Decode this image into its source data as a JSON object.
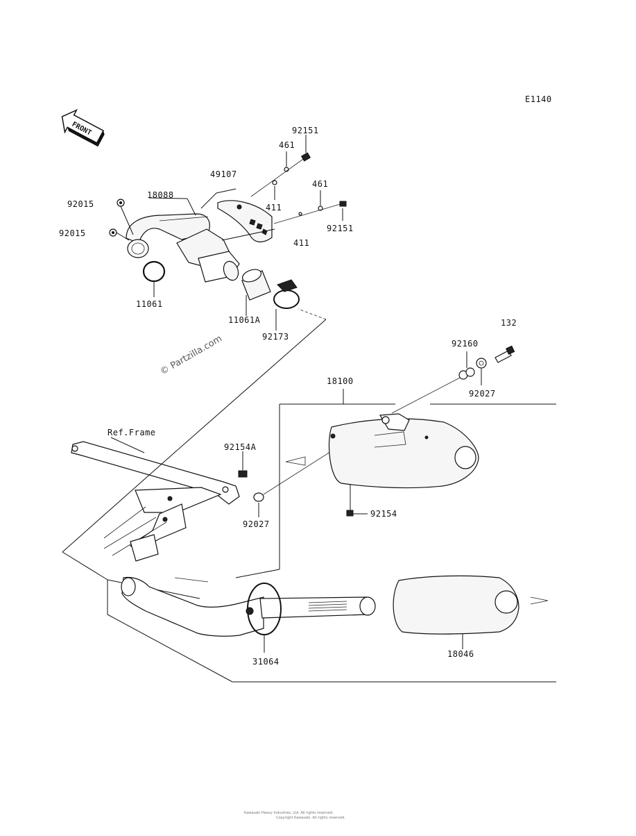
{
  "diagram_code": "E1140",
  "front_marker": "FRONT",
  "watermark": "© Partzilla.com",
  "ref_frame": "Ref.Frame",
  "labels": {
    "p92151_top": "92151",
    "p461_top": "461",
    "p49107": "49107",
    "p18088": "18088",
    "p92015_a": "92015",
    "p92015_b": "92015",
    "p411_top": "411",
    "p461_right": "461",
    "p92151_right": "92151",
    "p411_right": "411",
    "p11061": "11061",
    "p11061A": "11061A",
    "p92173": "92173",
    "p132": "132",
    "p92160": "92160",
    "p18100": "18100",
    "p92027_right": "92027",
    "p92154A": "92154A",
    "p92027_left": "92027",
    "p92154": "92154",
    "p31064": "31064",
    "p18046": "18046"
  },
  "footer_line1": "Kawasaki Heavy Industries, Ltd. All rights reserved.",
  "footer_line2": "Copyright Kawasaki. All rights reserved."
}
